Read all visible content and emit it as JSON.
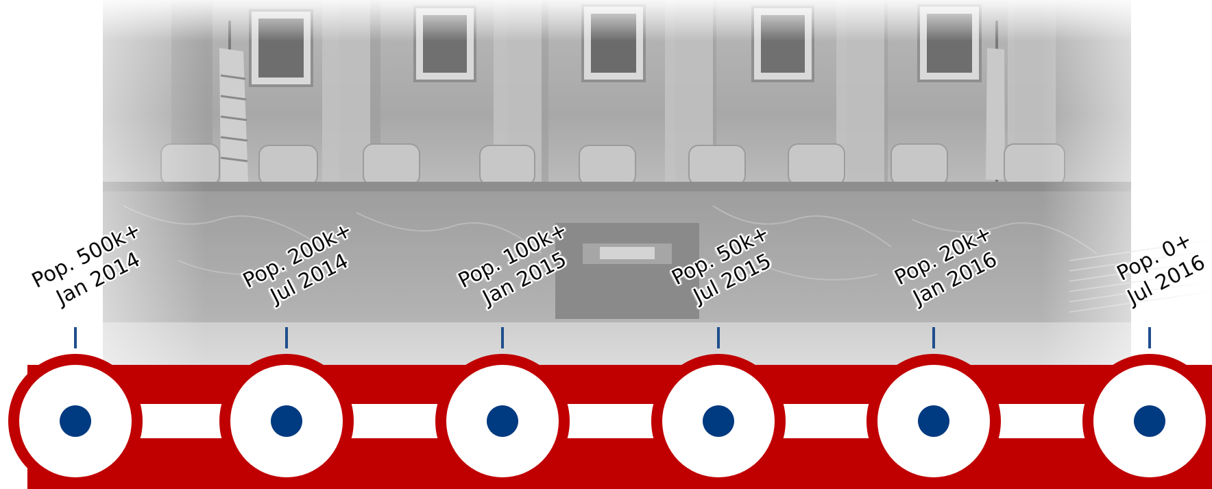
{
  "timeline": {
    "milestones": [
      {
        "population": "Pop. 500k+",
        "date": "Jan 2014"
      },
      {
        "population": "Pop. 200k+",
        "date": "Jul 2014"
      },
      {
        "population": "Pop. 100k+",
        "date": "Jan 2015"
      },
      {
        "population": "Pop. 50k+",
        "date": "Jul 2015"
      },
      {
        "population": "Pop. 20k+",
        "date": "Jan 2016"
      },
      {
        "population": "Pop. 0+",
        "date": "Jul 2016"
      }
    ]
  },
  "colors": {
    "chain_red": "#c00000",
    "marker_blue": "#003a80",
    "tick_blue": "#1f4e8c",
    "node_white": "#ffffff"
  },
  "background": {
    "scene": "courtroom-bench-photo"
  }
}
